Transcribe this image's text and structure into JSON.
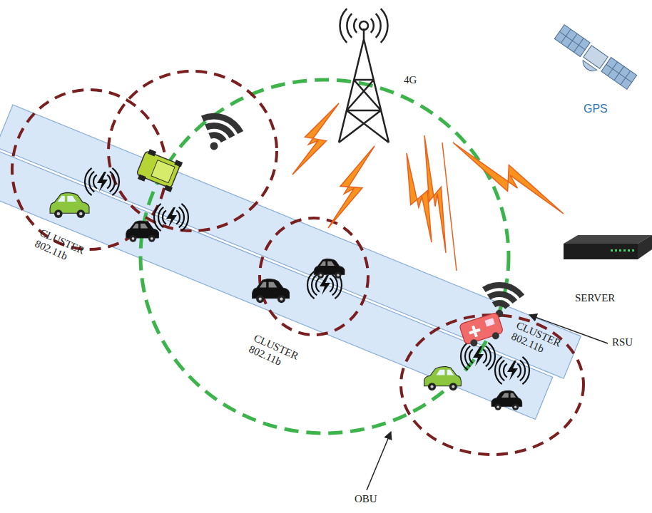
{
  "diagram": {
    "labels": [
      "4G",
      "GPS",
      "SERVER",
      "RSU",
      "OBU",
      "CLUSTER 802.11b",
      "CLUSTER 802.11b",
      "CLUSTER 802.11b"
    ]
  }
}
